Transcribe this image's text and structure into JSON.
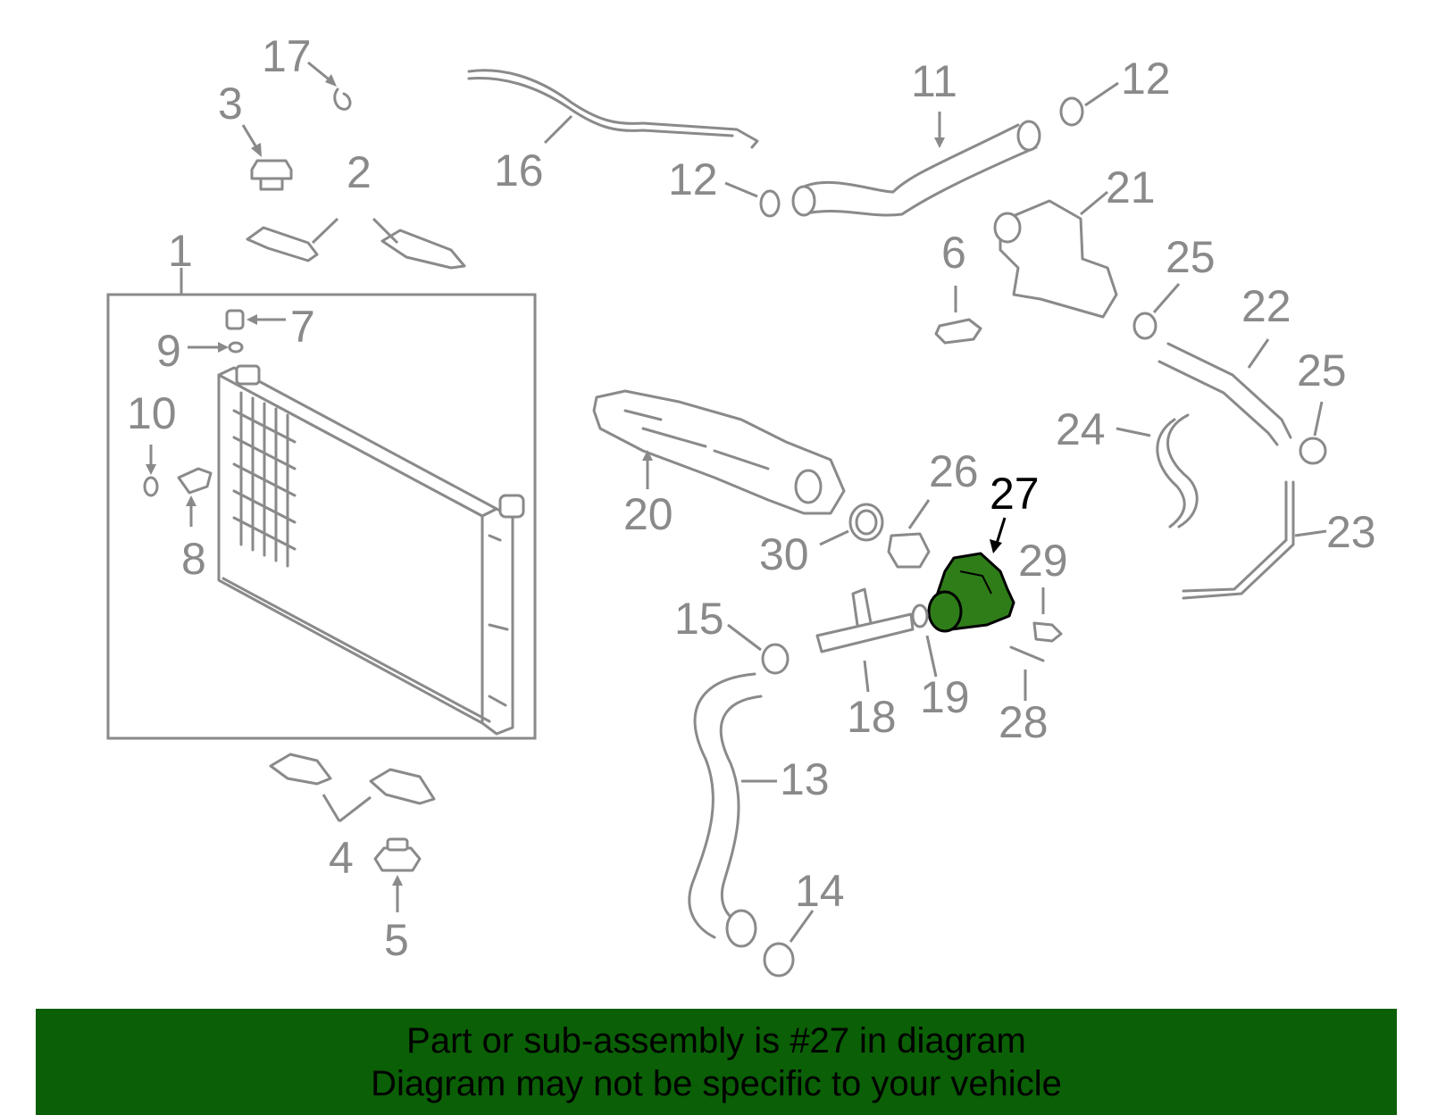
{
  "highlight_color": "#2f7d19",
  "banner_color": "#0b5f06",
  "highlighted_part": "27",
  "callouts": [
    "1",
    "2",
    "3",
    "4",
    "5",
    "6",
    "7",
    "8",
    "9",
    "10",
    "11",
    "12",
    "12",
    "13",
    "14",
    "15",
    "16",
    "17",
    "18",
    "19",
    "20",
    "21",
    "22",
    "23",
    "24",
    "25",
    "25",
    "26",
    "27",
    "28",
    "29",
    "30"
  ],
  "banner": {
    "line1": "Part or sub-assembly is #27 in diagram",
    "line2": "Diagram may not be specific to your vehicle"
  }
}
